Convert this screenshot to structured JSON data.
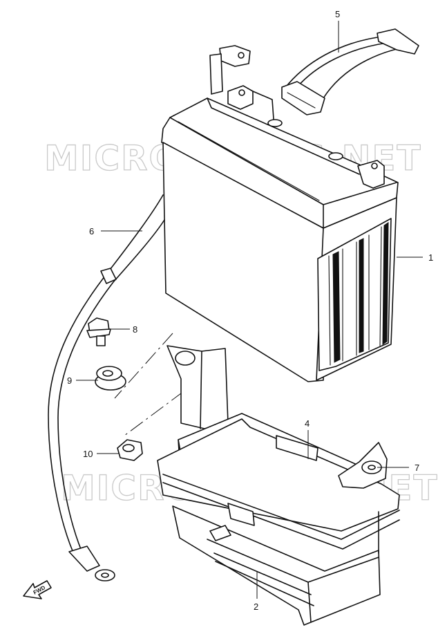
{
  "watermark": {
    "text": "MICROFICHES.NET"
  },
  "callouts": [
    {
      "id": "1",
      "label": "1"
    },
    {
      "id": "2",
      "label": "2"
    },
    {
      "id": "4",
      "label": "4"
    },
    {
      "id": "5",
      "label": "5"
    },
    {
      "id": "6",
      "label": "6"
    },
    {
      "id": "7",
      "label": "7"
    },
    {
      "id": "8",
      "label": "8"
    },
    {
      "id": "9",
      "label": "9"
    },
    {
      "id": "10",
      "label": "10"
    }
  ],
  "direction_badge": {
    "text": "FWD"
  }
}
